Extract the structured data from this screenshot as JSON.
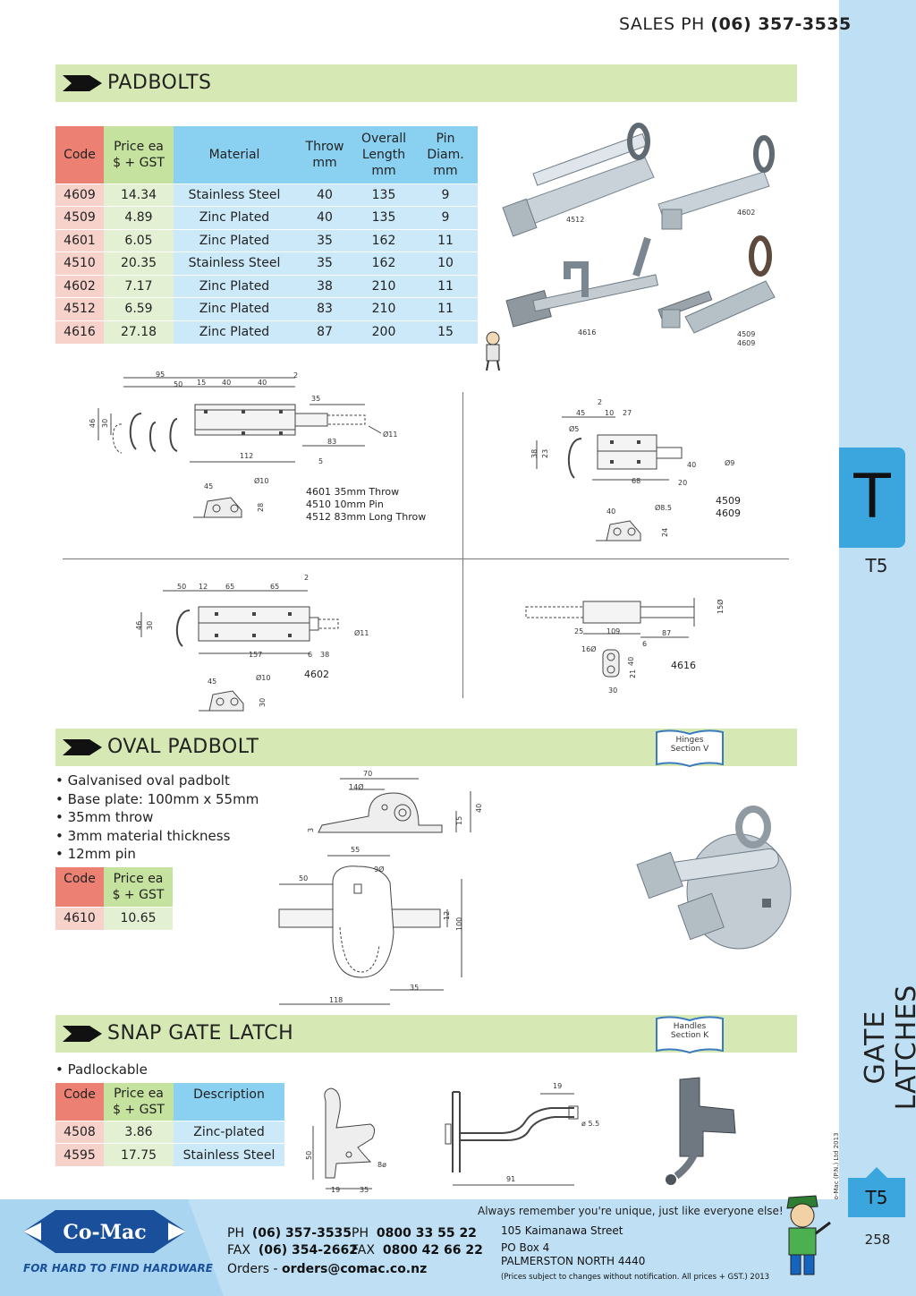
{
  "header": {
    "sales_label": "SALES  PH",
    "sales_phone": "(06) 357-3535"
  },
  "sidebar": {
    "tab_letter": "T",
    "code_top": "T5",
    "vertical_title": "GATE LATCHES",
    "copyright": "© Co-Mac (P.N.) Ltd 2013",
    "code_bottom": "T5",
    "page_number": "258"
  },
  "padbolts": {
    "title": "PADBOLTS",
    "headers": [
      "Code",
      "Price ea $ + GST",
      "Material",
      "Throw mm",
      "Overall Length mm",
      "Pin Diam. mm"
    ],
    "header_lines": {
      "price": [
        "Price ea",
        "$ + GST"
      ],
      "throw": [
        "Throw",
        "mm"
      ],
      "length": [
        "Overall",
        "Length",
        "mm"
      ],
      "pin": [
        "Pin",
        "Diam.",
        "mm"
      ]
    },
    "rows": [
      {
        "code": "4609",
        "price": "14.34",
        "material": "Stainless Steel",
        "throw": "40",
        "length": "135",
        "pin": "9"
      },
      {
        "code": "4509",
        "price": "4.89",
        "material": "Zinc Plated",
        "throw": "40",
        "length": "135",
        "pin": "9"
      },
      {
        "code": "4601",
        "price": "6.05",
        "material": "Zinc Plated",
        "throw": "35",
        "length": "162",
        "pin": "11"
      },
      {
        "code": "4510",
        "price": "20.35",
        "material": "Stainless Steel",
        "throw": "35",
        "length": "162",
        "pin": "10"
      },
      {
        "code": "4602",
        "price": "7.17",
        "material": "Zinc Plated",
        "throw": "38",
        "length": "210",
        "pin": "11"
      },
      {
        "code": "4512",
        "price": "6.59",
        "material": "Zinc Plated",
        "throw": "83",
        "length": "210",
        "pin": "11"
      },
      {
        "code": "4616",
        "price": "27.18",
        "material": "Zinc Plated",
        "throw": "87",
        "length": "200",
        "pin": "15"
      }
    ],
    "photo_labels": {
      "p4512": "4512",
      "p4602": "4602",
      "p4616": "4616",
      "p4509": "4509",
      "p4609": "4609"
    },
    "drawing_notes": {
      "note1": "4601 35mm Throw",
      "note2": "4510 10mm Pin",
      "note3": "4512 83mm Long Throw",
      "label_4509": "4509",
      "label_4609": "4609",
      "label_4602": "4602",
      "label_4616": "4616"
    }
  },
  "oval_padbolt": {
    "title": "OVAL PADBOLT",
    "ref_line1": "Hinges",
    "ref_line2": "Section V",
    "bullets": [
      "• Galvanised oval padbolt",
      "• Base plate: 100mm x 55mm",
      "• 35mm throw",
      "• 3mm material thickness",
      "• 12mm pin"
    ],
    "table": {
      "code_header": "Code",
      "price_header_1": "Price ea",
      "price_header_2": "$ + GST",
      "rows": [
        {
          "code": "4610",
          "price": "10.65"
        }
      ]
    }
  },
  "snap_latch": {
    "title": "SNAP GATE LATCH",
    "ref_line1": "Handles",
    "ref_line2": "Section K",
    "bullet": "• Padlockable",
    "table": {
      "code_header": "Code",
      "price_header_1": "Price ea",
      "price_header_2": "$ + GST",
      "desc_header": "Description",
      "rows": [
        {
          "code": "4508",
          "price": "3.86",
          "desc": "Zinc-plated"
        },
        {
          "code": "4595",
          "price": "17.75",
          "desc": "Stainless Steel"
        }
      ]
    }
  },
  "footer": {
    "tagline": "Always remember you're unique, just like everyone else!",
    "logo_text": "Co-Mac",
    "logo_sub": "FOR HARD TO FIND HARDWARE",
    "ph_label": "PH",
    "ph": "(06) 357-3535",
    "fax_label": "FAX",
    "fax": "(06) 354-2662",
    "ph2_label": "PH",
    "ph2": "0800 33 55 22",
    "fax2_label": "FAX",
    "fax2": "0800 42 66 22",
    "orders_label": "Orders -",
    "orders_email": "orders@comac.co.nz",
    "address_1": "105 Kaimanawa Street",
    "address_2": "PO Box 4",
    "address_3": "PALMERSTON NORTH 4440",
    "disclaimer": "(Prices subject to changes without notification.  All prices + GST.)  2013"
  },
  "colors": {
    "header_green": "#d6e9b4",
    "code_red": "#ec8173",
    "price_green": "#c6e29f",
    "material_blue": "#8ad0f1",
    "sidebar_blue": "#bfe0f4",
    "tab_blue": "#3aa6dd",
    "logo_blue": "#1a4f9c"
  }
}
